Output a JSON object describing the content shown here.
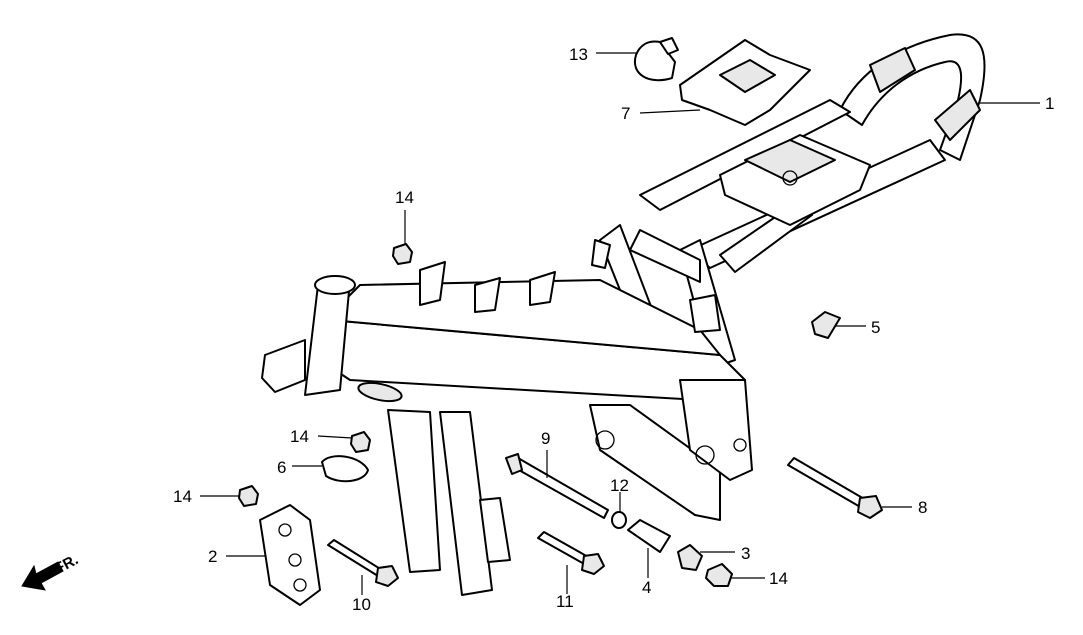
{
  "direction_label": "FR.",
  "callouts": {
    "c1": "1",
    "c2": "2",
    "c3": "3",
    "c4": "4",
    "c5": "5",
    "c6": "6",
    "c7": "7",
    "c8": "8",
    "c9": "9",
    "c10": "10",
    "c11": "11",
    "c12": "12",
    "c13": "13",
    "c14a": "14",
    "c14b": "14",
    "c14c": "14",
    "c14d": "14"
  }
}
